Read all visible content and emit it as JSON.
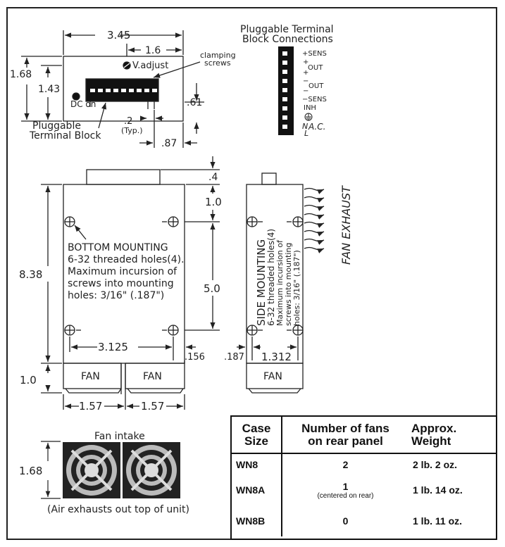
{
  "top_view": {
    "dim_width": "3.45",
    "dim_16": "1.6",
    "dim_168": "1.68",
    "dim_143": "1.43",
    "dim_61": ".61",
    "dim_02": ".2",
    "typ": "(Typ.)",
    "dim_87": ".87",
    "vadjust": "V.adjust",
    "clamping_1": "clamping",
    "clamping_2": "screws",
    "dc_on": "DC on",
    "ptb_1": "Pluggable",
    "ptb_2": "Terminal Block"
  },
  "connections": {
    "title_1": "Pluggable Terminal",
    "title_2": "Block Connections",
    "labels": [
      "+SENS",
      "+",
      "OUT",
      "+",
      "−",
      "OUT",
      "−",
      "−SENS",
      "INH"
    ],
    "n": "N",
    "l": "L",
    "ac": "A.C."
  },
  "bottom_view": {
    "dim_04": ".4",
    "dim_10": "1.0",
    "dim_838": "8.38",
    "dim_50": "5.0",
    "dim_3125": "3.125",
    "dim_156": ".156",
    "dim_187": ".187",
    "dim_1312": "1.312",
    "dim_fan10": "1.0",
    "dim_157a": "1.57",
    "dim_157b": "1.57",
    "fan": "FAN",
    "bm_lines": [
      "BOTTOM MOUNTING",
      "6-32 threaded holes(4).",
      "Maximum  incursion of",
      "screws into mounting",
      "holes: 3/16\" (.187\")"
    ],
    "sm_lines": [
      "SIDE MOUNTING",
      "6-32 threaded holes(4)",
      "Maximum incursion of",
      "screws into mounting",
      "holes: 3/16\" (.187\")"
    ],
    "fan_exhaust": "FAN EXHAUST"
  },
  "fan_intake": {
    "title": "Fan intake",
    "dim_168": "1.68",
    "caption": "(Air exhausts out top of unit)"
  },
  "table": {
    "headers": {
      "case_1": "Case",
      "case_2": "Size",
      "fans_1": "Number of fans",
      "fans_2": "on rear panel",
      "wt_1": "Approx.",
      "wt_2": "Weight"
    },
    "rows": [
      {
        "case": "WN8",
        "fans": "2",
        "note": "",
        "weight": "2 lb.  2 oz."
      },
      {
        "case": "WN8A",
        "fans": "1",
        "note": "(centered on rear)",
        "weight": "1 lb.  14 oz."
      },
      {
        "case": "WN8B",
        "fans": "0",
        "note": "",
        "weight": "1 lb.  11 oz."
      }
    ]
  }
}
